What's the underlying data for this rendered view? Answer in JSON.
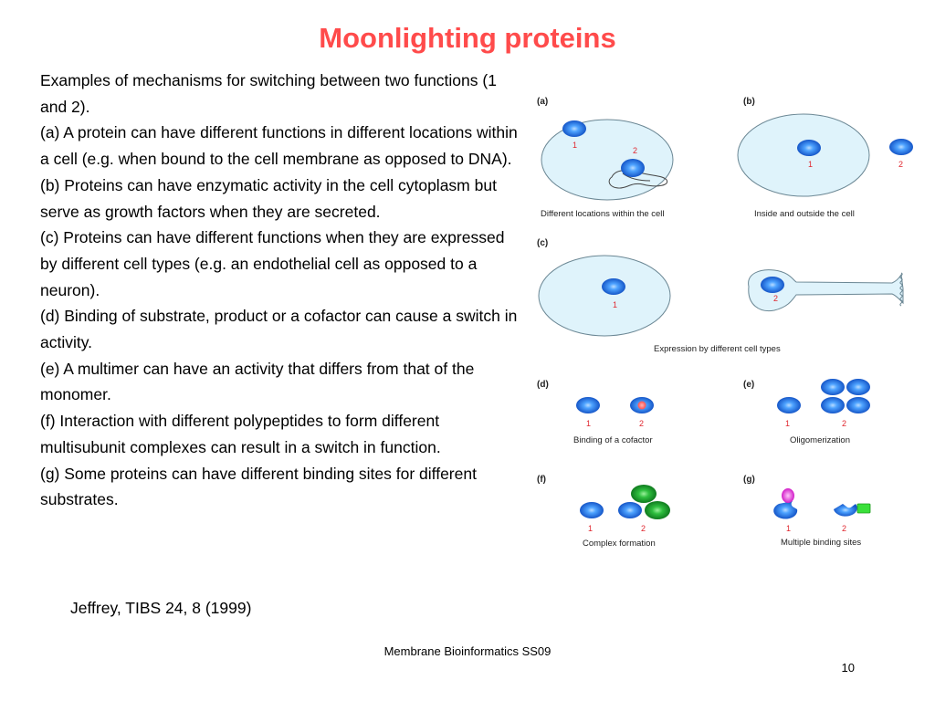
{
  "title": "Moonlighting proteins",
  "paragraphs": [
    "Examples of mechanisms for switching between two functions (1 and 2).",
    "(a) A protein can have different functions in different locations within a cell (e.g. when bound to the cell membrane as opposed to DNA).",
    "(b) Proteins can have enzymatic activity in the cell cytoplasm but serve as growth factors when they are secreted.",
    "(c) Proteins can have different functions when they are expressed by different cell types (e.g. an endothelial cell as opposed to a neuron).",
    "(d) Binding of substrate, product or a cofactor can cause a switch in activity.",
    "(e) A multimer can have an activity that differs from that of the monomer.",
    "(f) Interaction with different polypeptides to form different multisubunit complexes can result in a switch in function.",
    "(g) Some proteins can have different binding sites for different substrates."
  ],
  "reference": "Jeffrey, TIBS 24, 8 (1999)",
  "footer": "Membrane Bioinformatics SS09",
  "page_number": "10",
  "figure": {
    "panels": {
      "a": {
        "label": "(a)",
        "caption": "Different locations within the cell",
        "n1": "1",
        "n2": "2"
      },
      "b": {
        "label": "(b)",
        "caption": "Inside and outside the cell",
        "n1": "1",
        "n2": "2"
      },
      "c": {
        "label": "(c)",
        "caption": "Expression by different cell types",
        "n1": "1",
        "n2": "2"
      },
      "d": {
        "label": "(d)",
        "caption": "Binding of a cofactor",
        "n1": "1",
        "n2": "2"
      },
      "e": {
        "label": "(e)",
        "caption": "Oligomerization",
        "n1": "1",
        "n2": "2"
      },
      "f": {
        "label": "(f)",
        "caption": "Complex formation",
        "n1": "1",
        "n2": "2"
      },
      "g": {
        "label": "(g)",
        "caption": "Multiple binding sites",
        "n1": "1",
        "n2": "2"
      }
    }
  },
  "colors": {
    "title": "#ff4b4b",
    "cell_fill": "#dff3fb",
    "protein_blue": "#1f7de0",
    "cofactor_red": "#ff6e6e",
    "partner_green": "#21a83a",
    "magenta": "#e03bd8",
    "lime": "#3ae03a",
    "number_red": "#e0262e"
  }
}
